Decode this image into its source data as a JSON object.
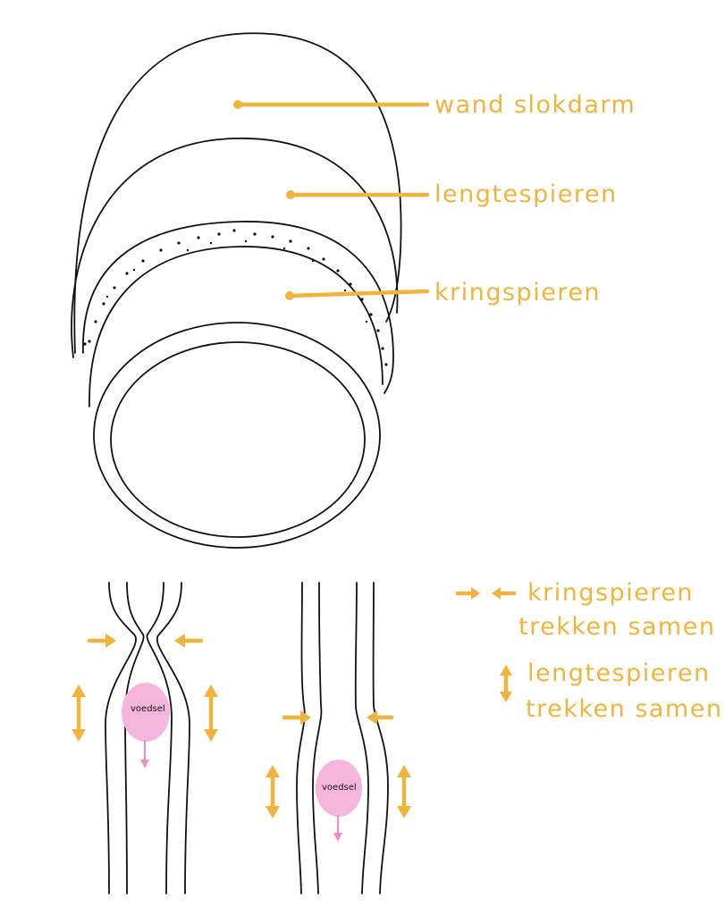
{
  "labels": {
    "wall": "wand slokdarm",
    "longitudinal": "lengtespieren",
    "circular": "kringspieren"
  },
  "legend": {
    "circular_line1": "kringspieren",
    "circular_line2": "trekken samen",
    "longitudinal_line1": "lengtespieren",
    "longitudinal_line2": "trekken samen"
  },
  "food": {
    "left": "voedsel",
    "right": "voedsel"
  },
  "colors": {
    "accent": "#F0B43C",
    "food": "#F6B6DC",
    "food_arrow": "#F08CC8",
    "ink": "#111111"
  },
  "icons": {
    "contraction_arrows": "arrows-pointing-inward",
    "length_arrows": "double-headed-vertical-arrow"
  }
}
